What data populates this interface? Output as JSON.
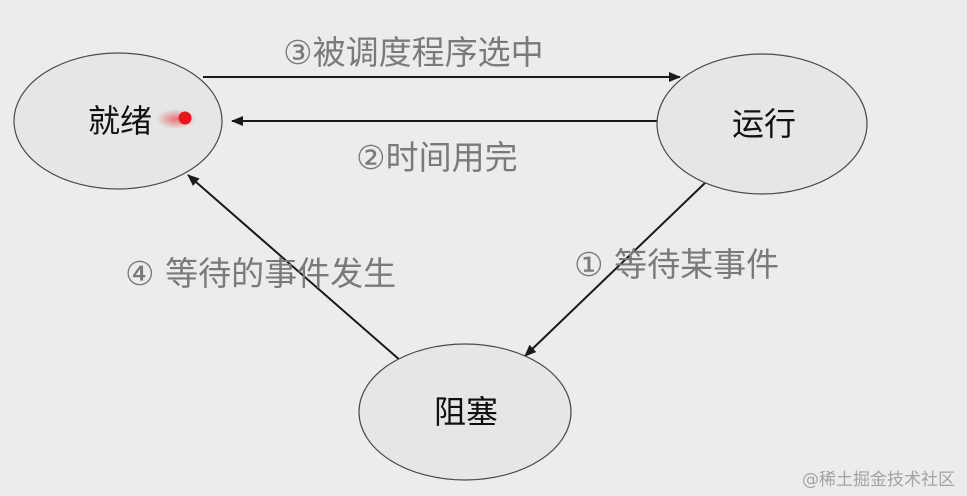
{
  "nodes": {
    "ready": {
      "label": "就绪"
    },
    "running": {
      "label": "运行"
    },
    "blocked": {
      "label": "阻塞"
    }
  },
  "edges": {
    "scheduled": {
      "label": "③被调度程序选中",
      "from": "ready",
      "to": "running"
    },
    "timeout": {
      "label": "②时间用完",
      "from": "running",
      "to": "ready"
    },
    "wait": {
      "label": "① 等待某事件",
      "from": "running",
      "to": "blocked"
    },
    "event": {
      "label": "④ 等待的事件发生",
      "from": "blocked",
      "to": "ready"
    }
  },
  "watermark": "@稀土掘金技术社区",
  "colors": {
    "background": "#ececec",
    "node_fill": "#e6e6e6",
    "arrow": "#1a1a1a",
    "edge_label": "#7a7a7a",
    "pointer_dot": "#e8161b"
  }
}
